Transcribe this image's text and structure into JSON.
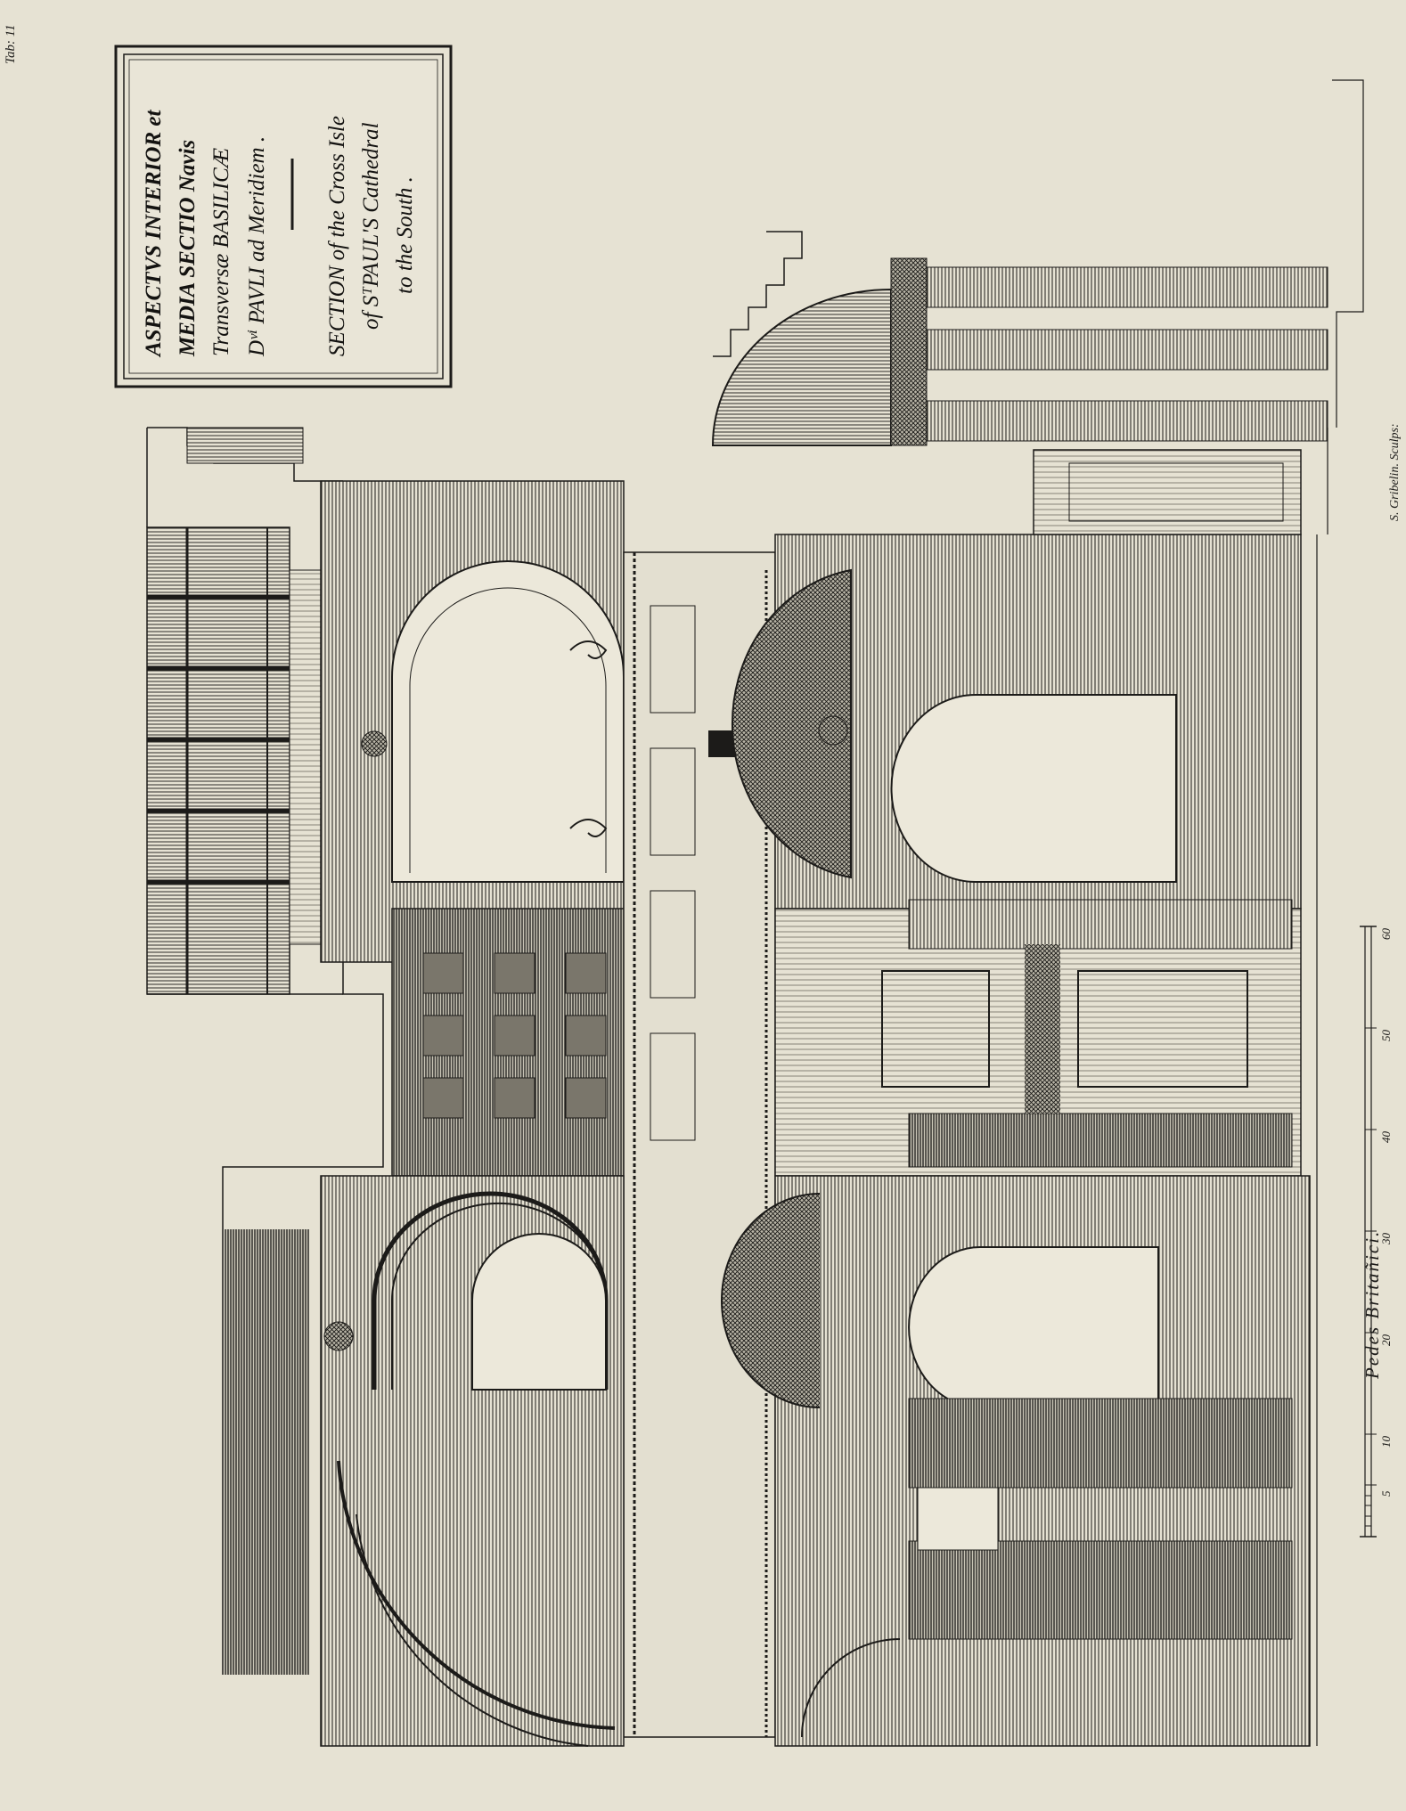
{
  "plate": {
    "number": "Tab: 11"
  },
  "cartouche": {
    "latin_lines": [
      "ASPECTVS INTERIOR et",
      "MEDIA SECTIO Navis",
      "Transversæ BASILICÆ",
      "Dᵛⁱ PAVLI ad Meridiem ."
    ],
    "english_lines": [
      "SECTION of the Cross Isle",
      "of SᵀPAUL'S Cathedral",
      "to the South ."
    ]
  },
  "scale_bar": {
    "label": "Pedes Britañici.",
    "ticks": [
      "5",
      "10",
      "20",
      "30",
      "40",
      "50",
      "60"
    ]
  },
  "engraver": {
    "credit": "S. Gribelin. Sculps:"
  },
  "colors": {
    "paper": "#e6e2d3",
    "ink": "#1c1b19",
    "hatch": "#2e2c28",
    "shade": "#8c887c"
  }
}
